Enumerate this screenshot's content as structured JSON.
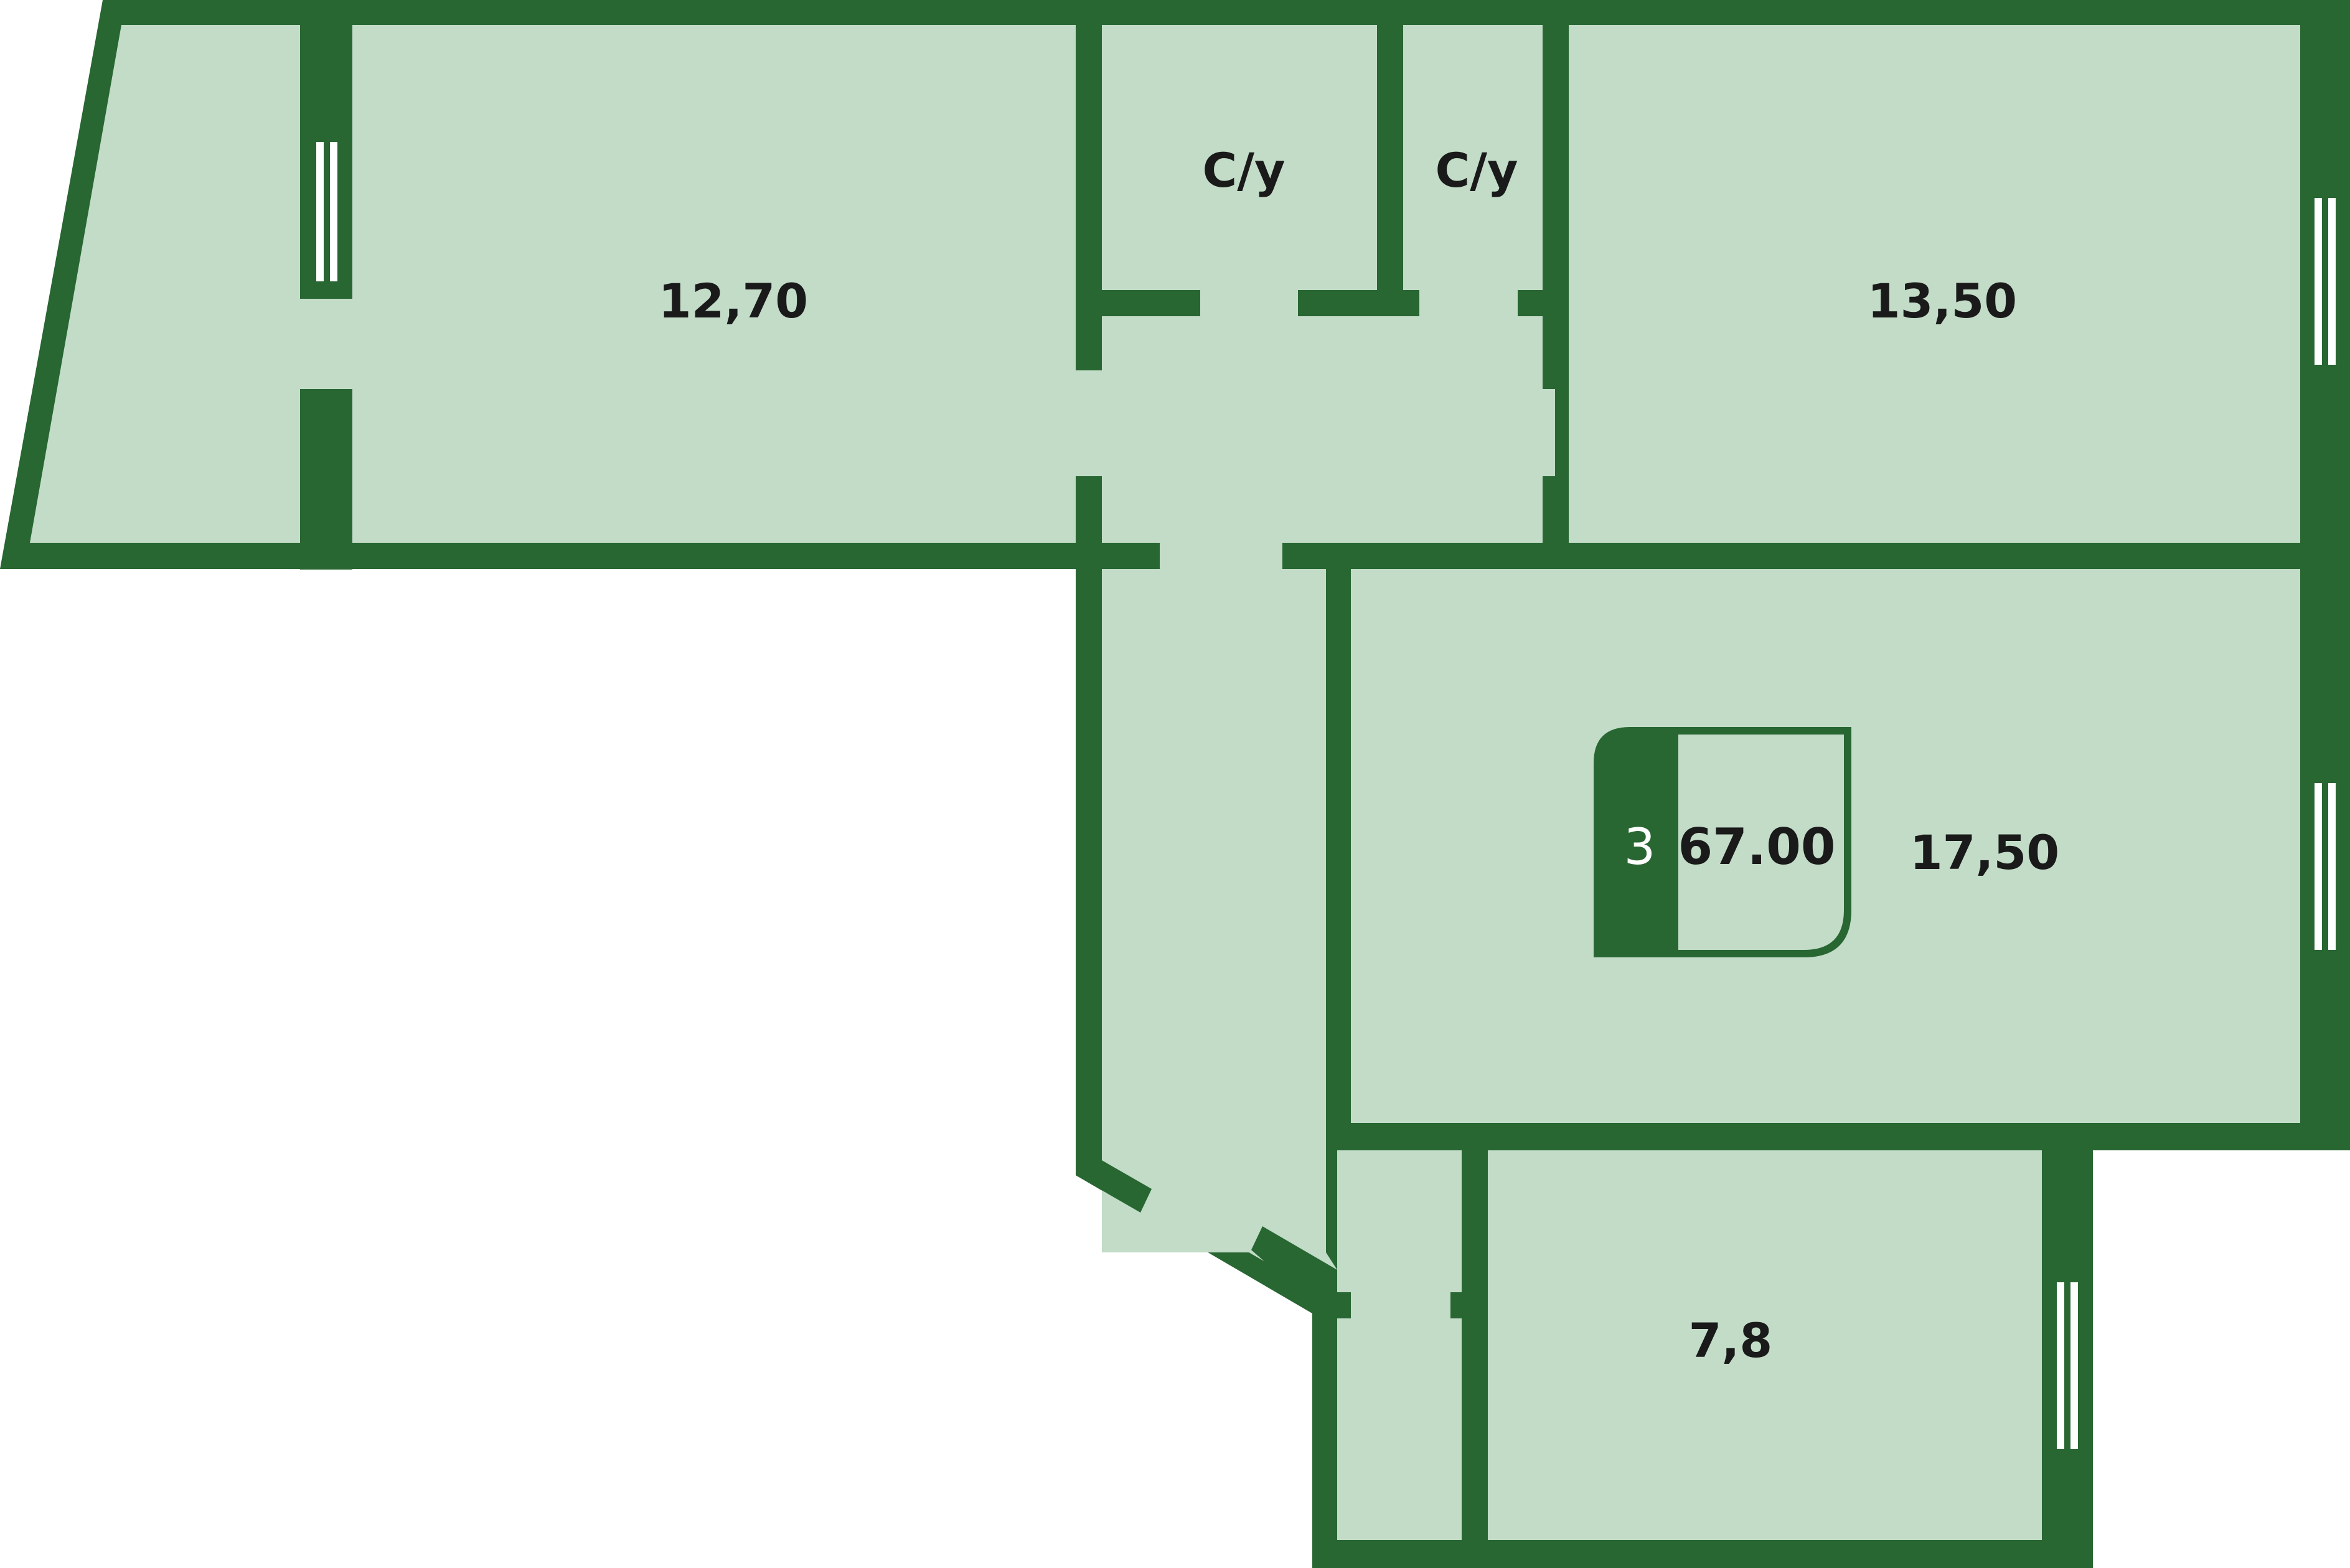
{
  "colors": {
    "wall": "#286632",
    "floor": "#c2dcc8",
    "window": "#ffffff"
  },
  "rooms": {
    "room_left": "12,70",
    "bathroom_1": "С/у",
    "bathroom_2": "С/у",
    "room_right": "13,50",
    "room_middle": "17,50",
    "kitchen": "7,8"
  },
  "badge": {
    "rooms_count": "3",
    "total_area": "67.00"
  }
}
